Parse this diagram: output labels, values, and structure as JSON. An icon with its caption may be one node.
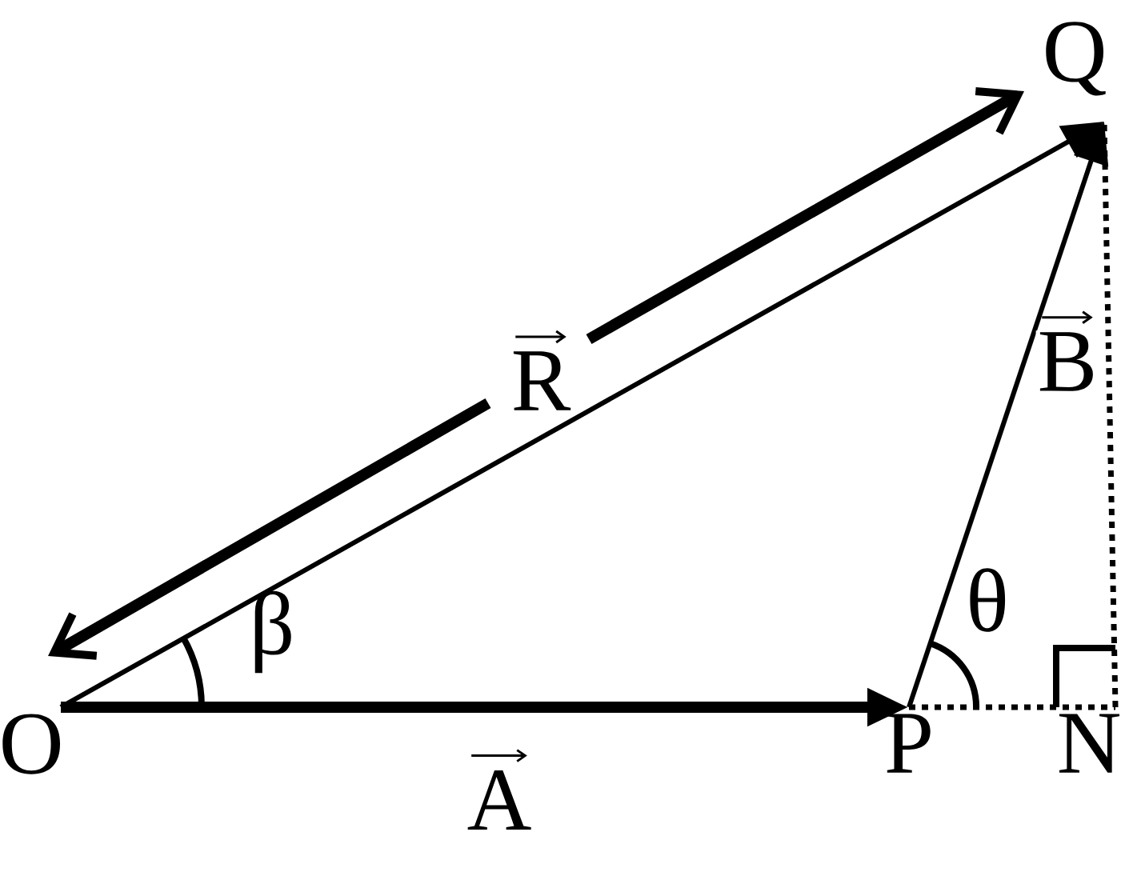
{
  "diagram": {
    "nodes": [
      {
        "text": [
          "O"
        ]
      },
      {
        "text": [
          "P"
        ]
      },
      {
        "text": [
          "Q"
        ]
      },
      {
        "text": [
          "N"
        ]
      }
    ],
    "edges": [
      {
        "from": 0,
        "to": 1,
        "arrow": "to",
        "label": "A",
        "style": "thick"
      },
      {
        "from": 1,
        "to": 2,
        "arrow": "to",
        "label": "B"
      },
      {
        "from": 0,
        "to": 2,
        "arrow": "to",
        "label": "R"
      },
      {
        "from": 1,
        "to": 3,
        "arrow": "none",
        "style": "dashed"
      },
      {
        "from": 3,
        "to": 2,
        "arrow": "none",
        "style": "dashed"
      }
    ],
    "labels": [
      "β",
      "θ"
    ]
  }
}
